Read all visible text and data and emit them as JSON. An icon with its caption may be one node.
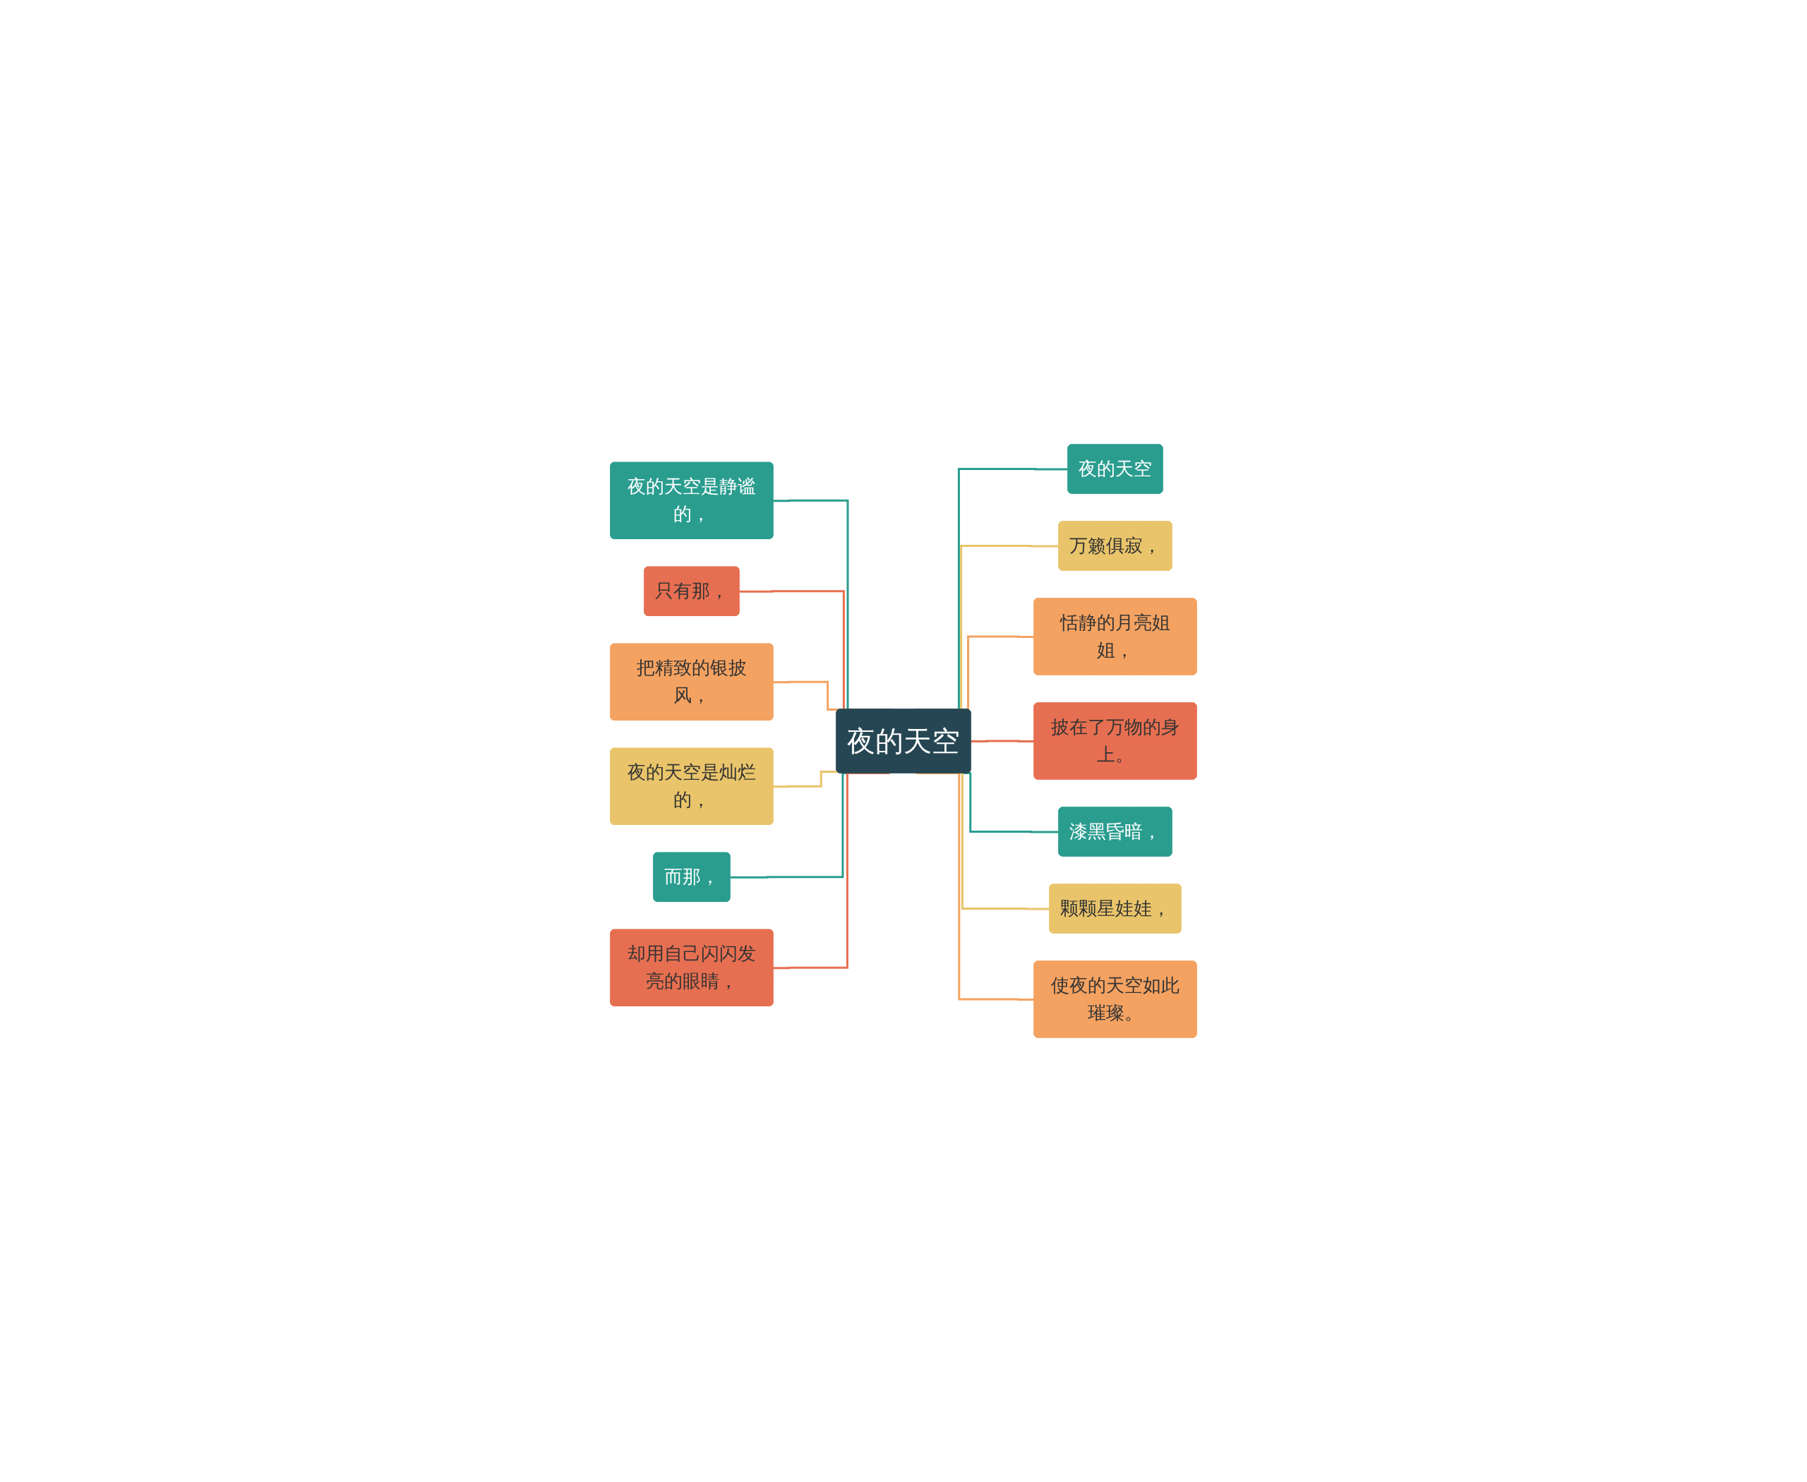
{
  "diagram": {
    "nodes": [
      {
        "text": [
          "夜的天空"
        ]
      },
      {
        "text": [
          "夜的天空"
        ]
      },
      {
        "text": [
          "万籁俱寂，"
        ]
      },
      {
        "text": [
          "恬静的月亮姐姐，"
        ]
      },
      {
        "text": [
          "披在了万物的身上。"
        ]
      },
      {
        "text": [
          "漆黑昏暗，"
        ]
      },
      {
        "text": [
          "颗颗星娃娃，"
        ]
      },
      {
        "text": [
          "使夜的天空如此璀璨。"
        ]
      },
      {
        "text": [
          "夜的天空是静谧的，"
        ]
      },
      {
        "text": [
          "只有那，"
        ]
      },
      {
        "text": [
          "把精致的银披风，"
        ]
      },
      {
        "text": [
          "夜的天空是灿烂的，"
        ]
      },
      {
        "text": [
          "而那，"
        ]
      },
      {
        "text": [
          "却用自己闪闪发亮的眼睛，"
        ]
      }
    ],
    "edges": [
      {
        "from": 0,
        "to": 1,
        "arrow": "none"
      },
      {
        "from": 0,
        "to": 2,
        "arrow": "none",
        "color": "#e9c46a"
      },
      {
        "from": 0,
        "to": 3,
        "arrow": "none",
        "color": "#f4a261"
      },
      {
        "from": 0,
        "to": 4,
        "arrow": "none",
        "color": "#e76f51"
      },
      {
        "from": 0,
        "to": 5,
        "arrow": "none"
      },
      {
        "from": 0,
        "to": 6,
        "arrow": "none",
        "color": "#e9c46a"
      },
      {
        "from": 0,
        "to": 7,
        "arrow": "none",
        "color": "#f4a261"
      },
      {
        "from": 0,
        "to": 8,
        "arrow": "none"
      },
      {
        "from": 0,
        "to": 9,
        "arrow": "none",
        "color": "#e76f51"
      },
      {
        "from": 0,
        "to": 10,
        "arrow": "none",
        "color": "#f4a261"
      },
      {
        "from": 0,
        "to": 11,
        "arrow": "none",
        "color": "#e9c46a"
      },
      {
        "from": 0,
        "to": 12,
        "arrow": "none"
      },
      {
        "from": 0,
        "to": 13,
        "arrow": "none",
        "color": "#e76f51"
      }
    ]
  }
}
